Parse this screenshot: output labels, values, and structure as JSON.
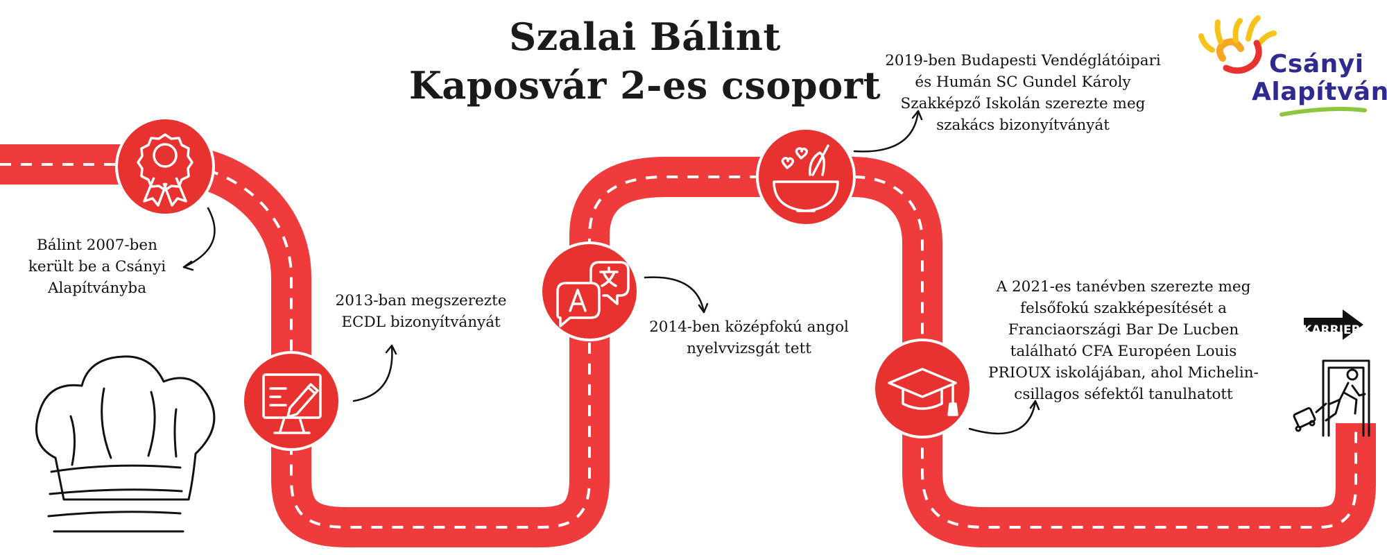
{
  "title": {
    "line1": "Szalai Bálint",
    "line2": "Kaposvár 2-es csoport"
  },
  "logo": {
    "line1": "Csányi",
    "line2": "Alapítvány"
  },
  "milestones": [
    {
      "icon": "award-ribbon-icon",
      "lines": [
        "Bálint 2007-ben",
        "került be a Csányi",
        "Alapítványba"
      ]
    },
    {
      "icon": "computer-pencil-icon",
      "lines": [
        "2013-ban megszerezte",
        "ECDL bizonyítványát"
      ]
    },
    {
      "icon": "language-translate-icon",
      "lines": [
        "2014-ben középfokú angol",
        "nyelvvizsgát tett"
      ]
    },
    {
      "icon": "mixing-bowl-icon",
      "lines": [
        "2019-ben Budapesti Vendéglátóipari",
        "és Humán SC Gundel Károly",
        "Szakképző Iskolán szerezte meg",
        "szakács bizonyítványát"
      ]
    },
    {
      "icon": "graduation-cap-icon",
      "lines": [
        "A 2021-es tanévben szerezte meg",
        "felsőfokú szakképesítését a",
        "Franciaországi Bar De Lucben",
        "található CFA Européen Louis",
        "PRIOUX iskolájában, ahol Michelin-",
        "csillagos séfektől tanulhatott"
      ]
    }
  ],
  "career_sign": "KARRIER",
  "colors": {
    "road": "#ef3b3b",
    "circle": "#e8322f",
    "dash": "#ffffff",
    "logo_text": "#2f2a8f",
    "logo_sun": "#f6a623",
    "logo_swoosh": "#8dc63f"
  }
}
